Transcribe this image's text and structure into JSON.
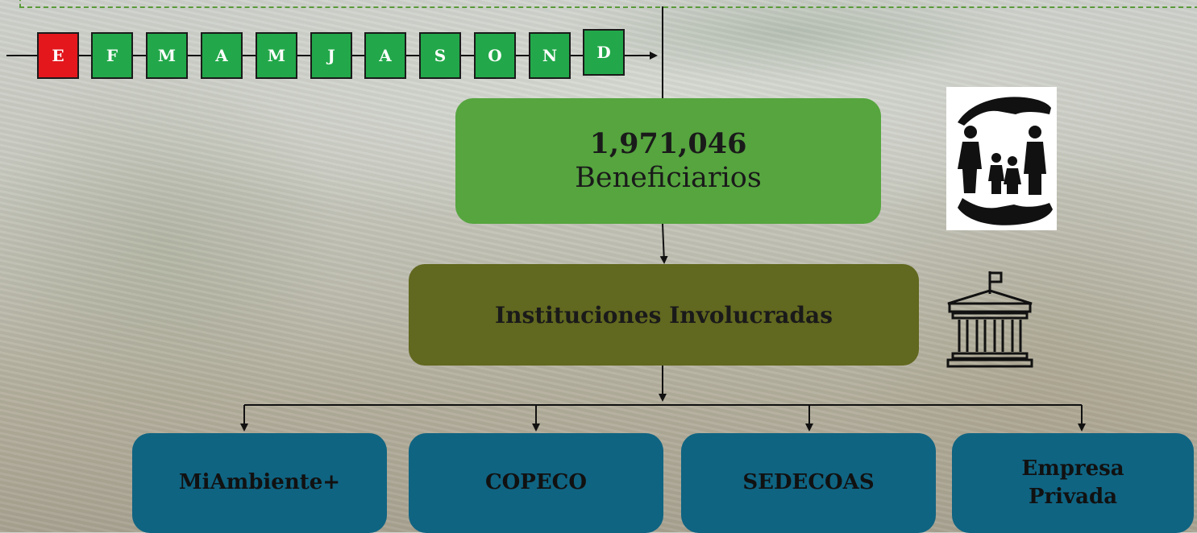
{
  "timeline": {
    "months": [
      {
        "label": "E",
        "status": "red"
      },
      {
        "label": "F",
        "status": "green"
      },
      {
        "label": "M",
        "status": "green"
      },
      {
        "label": "A",
        "status": "green"
      },
      {
        "label": "M",
        "status": "green"
      },
      {
        "label": "J",
        "status": "green"
      },
      {
        "label": "A",
        "status": "green"
      },
      {
        "label": "S",
        "status": "green"
      },
      {
        "label": "O",
        "status": "green"
      },
      {
        "label": "N",
        "status": "green"
      },
      {
        "label": "D",
        "status": "green"
      }
    ]
  },
  "beneficiaries": {
    "number": "1,971,046",
    "label": "Beneficiarios",
    "icon": "family-protection-icon"
  },
  "institutions": {
    "title": "Instituciones Involucradas",
    "icon": "institution-building-icon"
  },
  "organizations": [
    {
      "label": "MiAmbiente+"
    },
    {
      "label": "COPECO"
    },
    {
      "label": "SEDECOAS"
    },
    {
      "label": "Empresa Privada"
    }
  ],
  "colors": {
    "month_green": "#22a84a",
    "month_red": "#e3171c",
    "beneficiaries_box": "#56a53f",
    "institutions_box": "#61681f",
    "organization_box": "#0f6482",
    "frame_dash": "#5a9a3a"
  }
}
